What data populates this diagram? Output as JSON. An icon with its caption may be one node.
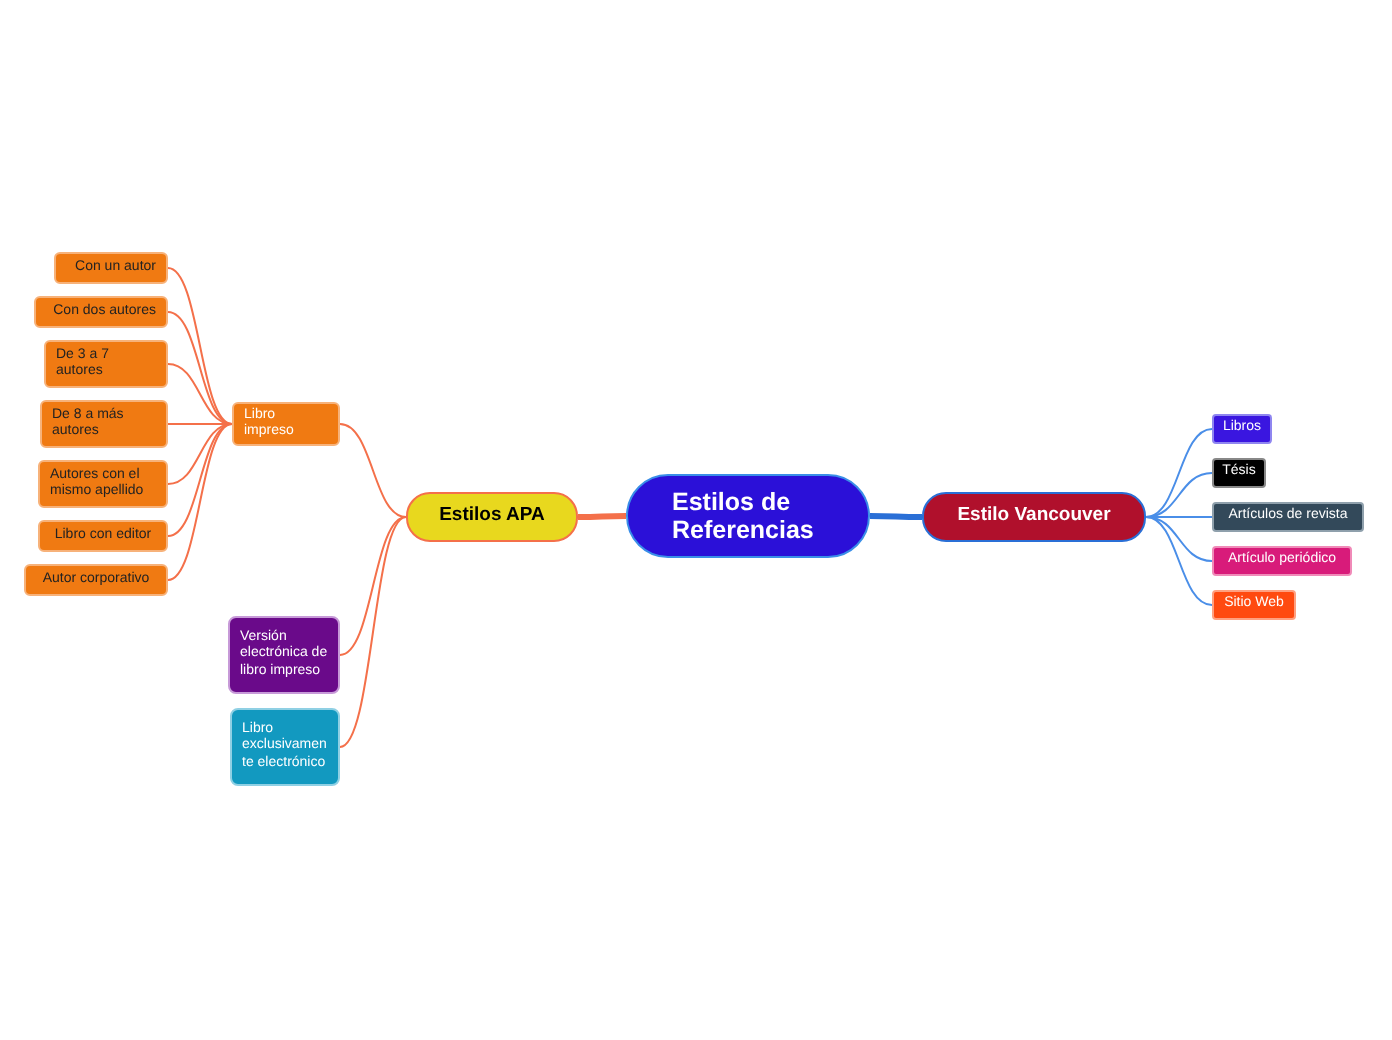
{
  "diagram": {
    "nodes": [
      {
        "text": [
          "Estilos  de Referencias"
        ]
      },
      {
        "text": [
          "Estilos APA"
        ]
      },
      {
        "text": [
          "Estilo Vancouver"
        ]
      },
      {
        "text": [
          "Libro impreso"
        ]
      },
      {
        "text": [
          "Con un autor"
        ]
      },
      {
        "text": [
          "Con dos autores"
        ]
      },
      {
        "text": [
          "De 3 a 7 autores"
        ]
      },
      {
        "text": [
          "De 8 a más autores"
        ]
      },
      {
        "text": [
          "Autores con el mismo apellido"
        ]
      },
      {
        "text": [
          "Libro con editor"
        ]
      },
      {
        "text": [
          "Autor corporativo"
        ]
      },
      {
        "text": [
          "Versión electrónica de libro impreso"
        ]
      },
      {
        "text": [
          "Libro exclusivamente electrónico"
        ]
      },
      {
        "text": [
          "Libros"
        ]
      },
      {
        "text": [
          "Tésis"
        ]
      },
      {
        "text": [
          "Artículos de revista"
        ]
      },
      {
        "text": [
          "Artículo periódico"
        ]
      },
      {
        "text": [
          "Sitio Web"
        ]
      }
    ],
    "edges": [
      {
        "from": 0,
        "to": 1,
        "arrow": "none",
        "style": "thick"
      },
      {
        "from": 0,
        "to": 2,
        "arrow": "none",
        "style": "thick",
        "color": "#2a6fd6"
      },
      {
        "from": 1,
        "to": 3,
        "arrow": "none"
      },
      {
        "from": 1,
        "to": 11,
        "arrow": "none"
      },
      {
        "from": 1,
        "to": 12,
        "arrow": "none"
      },
      {
        "from": 3,
        "to": 4,
        "arrow": "none"
      },
      {
        "from": 3,
        "to": 5,
        "arrow": "none"
      },
      {
        "from": 3,
        "to": 6,
        "arrow": "none"
      },
      {
        "from": 3,
        "to": 7,
        "arrow": "none"
      },
      {
        "from": 3,
        "to": 8,
        "arrow": "none"
      },
      {
        "from": 3,
        "to": 9,
        "arrow": "none"
      },
      {
        "from": 3,
        "to": 10,
        "arrow": "none"
      },
      {
        "from": 2,
        "to": 13,
        "arrow": "none",
        "color": "#4a8ee8"
      },
      {
        "from": 2,
        "to": 14,
        "arrow": "none",
        "color": "#4a8ee8"
      },
      {
        "from": 2,
        "to": 15,
        "arrow": "none",
        "color": "#4a8ee8"
      },
      {
        "from": 2,
        "to": 16,
        "arrow": "none",
        "color": "#4a8ee8"
      },
      {
        "from": 2,
        "to": 17,
        "arrow": "none",
        "color": "#4a8ee8"
      }
    ]
  }
}
